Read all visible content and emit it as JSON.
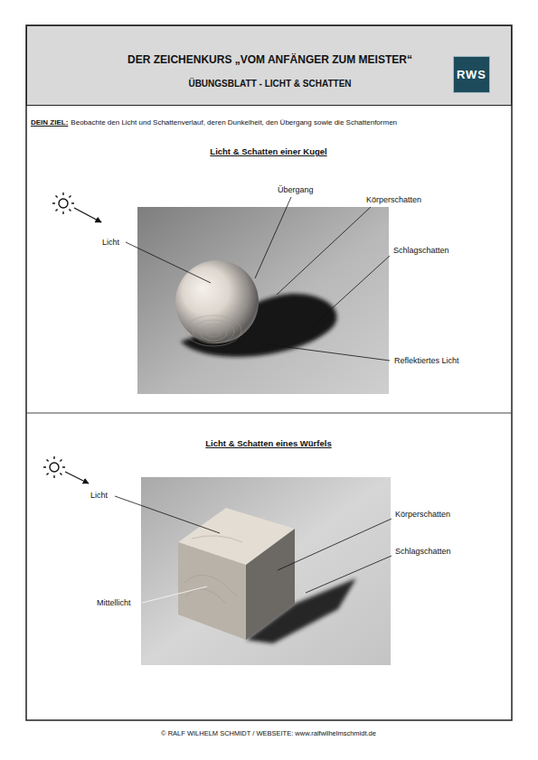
{
  "diagram": {
    "nodes": [
      {
        "text": [
          "DER ZEICHENKURS „VOM ANFÄNGER ZUM MEISTER“",
          "ÜBUNGSBLATT - LICHT & SCHATTEN"
        ]
      },
      {
        "text": [
          "RWS"
        ],
        "in": 0
      }
    ],
    "labels": [
      "DEIN ZIEL:",
      "Beobachte den Licht und Schattenverlauf, deren Dunkelheit, den Übergang sowie die Schattenformen",
      "Licht & Schatten einer Kugel",
      "Licht",
      "Übergang",
      "Körperschatten",
      "Schlagschatten",
      "Reflektiertes Licht",
      "Licht & Schatten eines Würfels",
      "Licht",
      "Körperschatten",
      "Schlagschatten",
      "Mittellicht",
      "© RALF WILHELM SCHMIDT / WEBSEITE: www.ralfwilhelmschmidt.de"
    ]
  }
}
